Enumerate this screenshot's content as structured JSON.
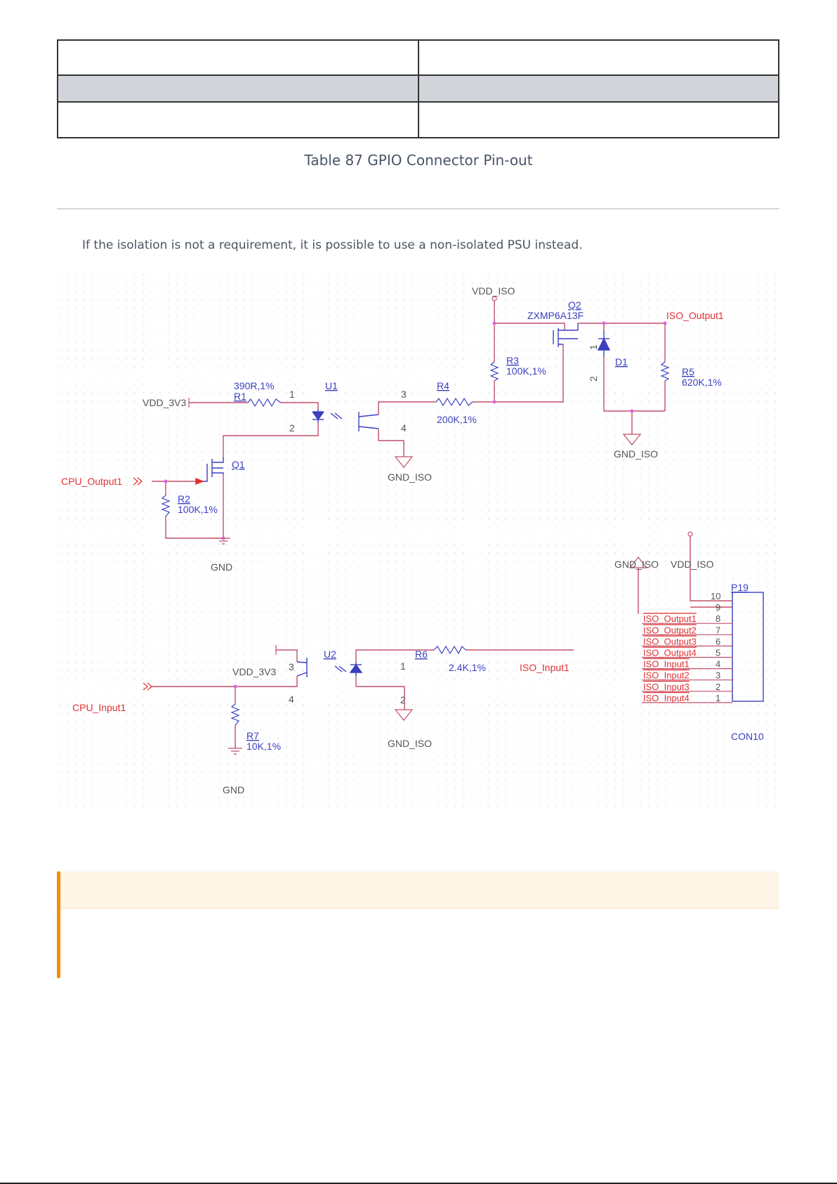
{
  "table": {
    "rows": [
      {
        "cells": [
          "",
          ""
        ]
      },
      {
        "cells": [
          "",
          ""
        ]
      },
      {
        "cells": [
          "",
          ""
        ]
      }
    ],
    "caption": "Table 87 GPIO Connector Pin-out"
  },
  "intro_text": "If the isolation is not a requirement, it is possible to use a non-isolated PSU instead.",
  "schematic": {
    "nets": {
      "vdd_iso": "VDD_ISO",
      "vdd_3v3": "VDD_3V3",
      "gnd": "GND",
      "gnd_iso": "GND_ISO",
      "cpu_output1": "CPU_Output1",
      "cpu_input1": "CPU_Input1",
      "iso_output1": "ISO_Output1",
      "iso_input1": "ISO_Input1"
    },
    "components": {
      "q2": {
        "ref": "Q2",
        "value": "ZXMP6A13F"
      },
      "r3": {
        "ref": "R3",
        "value": "100K,1%"
      },
      "r4": {
        "ref": "R4",
        "value": "200K,1%"
      },
      "r1": {
        "ref": "R1",
        "value": "390R,1%"
      },
      "u1": {
        "ref": "U1"
      },
      "d1": {
        "ref": "D1"
      },
      "r5": {
        "ref": "R5",
        "value": "620K,1%"
      },
      "q1": {
        "ref": "Q1"
      },
      "r2": {
        "ref": "R2",
        "value": "100K,1%"
      },
      "u2": {
        "ref": "U2"
      },
      "r6": {
        "ref": "R6",
        "value": "2.4K,1%"
      },
      "r7": {
        "ref": "R7",
        "value": "10K,1%"
      },
      "p19": {
        "ref": "P19",
        "value": "CON10"
      }
    },
    "pins": {
      "u1_1": "1",
      "u1_2": "2",
      "u1_3": "3",
      "u1_4": "4",
      "d1_1": "1",
      "d1_2": "2",
      "u2_1": "1",
      "u2_2": "2",
      "u2_3": "3",
      "u2_4": "4"
    },
    "connector_pins": [
      {
        "num": "10",
        "net": ""
      },
      {
        "num": "9",
        "net": ""
      },
      {
        "num": "8",
        "net": "ISO_Output1"
      },
      {
        "num": "7",
        "net": "ISO_Output2"
      },
      {
        "num": "6",
        "net": "ISO_Output3"
      },
      {
        "num": "5",
        "net": "ISO_Output4"
      },
      {
        "num": "4",
        "net": "ISO_Input1"
      },
      {
        "num": "3",
        "net": "ISO_Input2"
      },
      {
        "num": "2",
        "net": "ISO_Input3"
      },
      {
        "num": "1",
        "net": "ISO_Input4"
      }
    ]
  },
  "colors": {
    "wire": "#c0506a",
    "component": "#3b3fc0",
    "net_label": "#e03030",
    "callout_accent": "#f78c00"
  }
}
